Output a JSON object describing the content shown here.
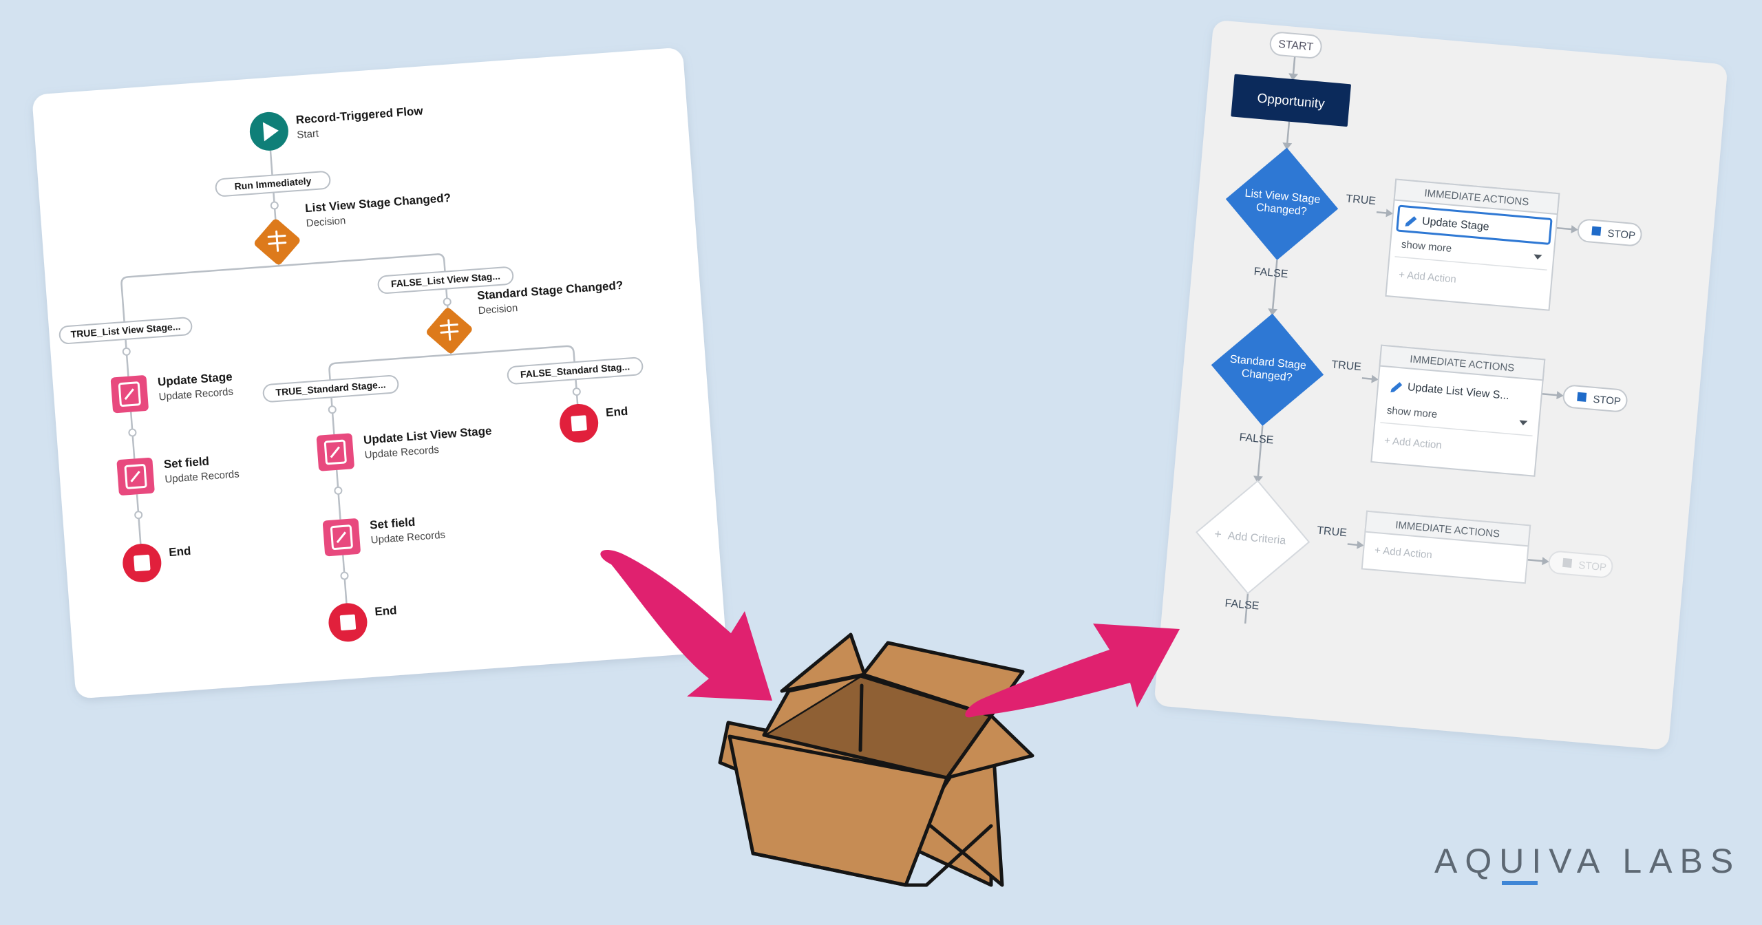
{
  "left_flow": {
    "start": {
      "title": "Record-Triggered Flow",
      "subtitle": "Start"
    },
    "run_label": "Run Immediately",
    "decision1": {
      "title": "List View Stage Changed?",
      "subtitle": "Decision"
    },
    "true_list_label": "TRUE_List View Stage...",
    "false_list_label": "FALSE_List View Stag...",
    "decision2": {
      "title": "Standard Stage Changed?",
      "subtitle": "Decision"
    },
    "true_standard_label": "TRUE_Standard Stage...",
    "false_standard_label": "FALSE_Standard Stag...",
    "update_stage": {
      "title": "Update Stage",
      "subtitle": "Update Records"
    },
    "set_field_1": {
      "title": "Set field",
      "subtitle": "Update Records"
    },
    "end_1": "End",
    "update_list_view_stage": {
      "title": "Update List View Stage",
      "subtitle": "Update Records"
    },
    "set_field_2": {
      "title": "Set field",
      "subtitle": "Update Records"
    },
    "end_2": "End",
    "end_3": "End"
  },
  "right_flow": {
    "start_label": "START",
    "object_label": "Opportunity",
    "criteria1": [
      "List View Stage",
      "Changed?"
    ],
    "criteria2": [
      "Standard Stage",
      "Changed?"
    ],
    "add_criteria": "Add Criteria",
    "true_label": "TRUE",
    "false_label": "FALSE",
    "immediate_actions": "IMMEDIATE ACTIONS",
    "action1": "Update Stage",
    "action2": "Update List View S...",
    "show_more": "show more",
    "add_action": "Add Action",
    "stop_label": "STOP"
  },
  "brand": {
    "name": "AQUIVA LABS"
  },
  "colors": {
    "background": "#d3e2f0",
    "arrow_pink": "#e0216f",
    "box_brown": "#c68c54",
    "decision_orange": "#dd7a1b",
    "action_pink": "#e8497e",
    "end_red": "#e1203c",
    "start_teal": "#0f7f78",
    "criteria_blue": "#2e78d4",
    "object_navy": "#0b2a5b"
  }
}
